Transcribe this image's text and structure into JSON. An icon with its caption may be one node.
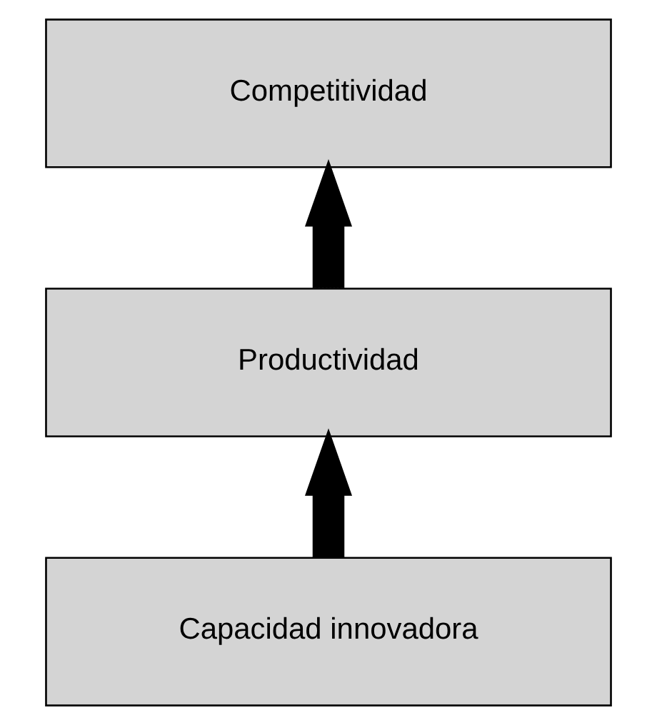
{
  "diagram": {
    "nodes": [
      {
        "text": [
          "Competitividad"
        ]
      },
      {
        "text": [
          "Productividad"
        ]
      },
      {
        "text": [
          "Capacidad innovadora"
        ]
      }
    ],
    "edges": [
      {
        "from": 1,
        "to": 0,
        "arrow": "to"
      },
      {
        "from": 2,
        "to": 1,
        "arrow": "to"
      }
    ]
  }
}
